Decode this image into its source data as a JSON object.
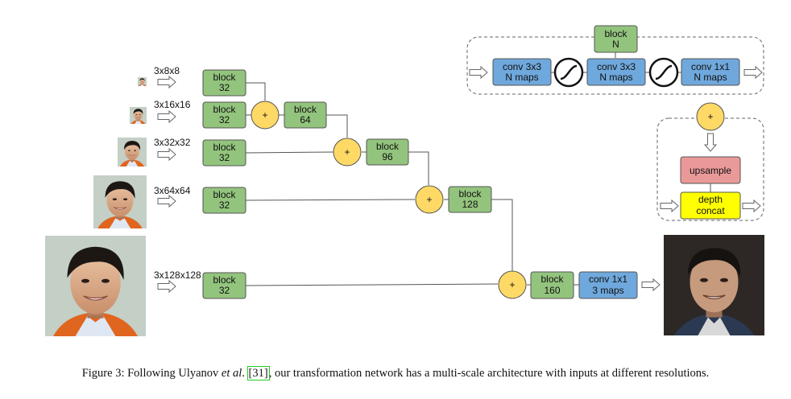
{
  "inputs": [
    {
      "label": "3x8x8"
    },
    {
      "label": "3x16x16"
    },
    {
      "label": "3x32x32"
    },
    {
      "label": "3x64x64"
    },
    {
      "label": "3x128x128"
    }
  ],
  "blocks": {
    "b32_1": [
      "block",
      "32"
    ],
    "b32_2": [
      "block",
      "32"
    ],
    "b32_3": [
      "block",
      "32"
    ],
    "b32_4": [
      "block",
      "32"
    ],
    "b32_5": [
      "block",
      "32"
    ],
    "b64": [
      "block",
      "64"
    ],
    "b96": [
      "block",
      "96"
    ],
    "b128": [
      "block",
      "128"
    ],
    "b160": [
      "block",
      "160"
    ],
    "final_conv": [
      "conv 1x1",
      "3 maps"
    ]
  },
  "join_symbol": "+",
  "legend_block": {
    "title": [
      "block",
      "N"
    ],
    "conv1": [
      "conv 3x3",
      "N maps"
    ],
    "conv2": [
      "conv 3x3",
      "N maps"
    ],
    "conv3": [
      "conv 1x1",
      "N maps"
    ]
  },
  "legend_join": {
    "upsample": "upsample",
    "concat": [
      "depth",
      "concat"
    ]
  },
  "caption": {
    "prefix": "Figure 3: Following Ulyanov ",
    "etal": "et al",
    "dot": ". ",
    "cite": "[31]",
    "suffix": ", our transformation network has a multi-scale architecture with inputs at different resolutions."
  },
  "colors": {
    "block_green": "#93c47d",
    "conv_blue": "#6fa8dc",
    "join_yellow": "#ffd966",
    "upsample_red": "#ea9999",
    "concat_yellow": "#ffff00",
    "stroke": "#555555"
  }
}
